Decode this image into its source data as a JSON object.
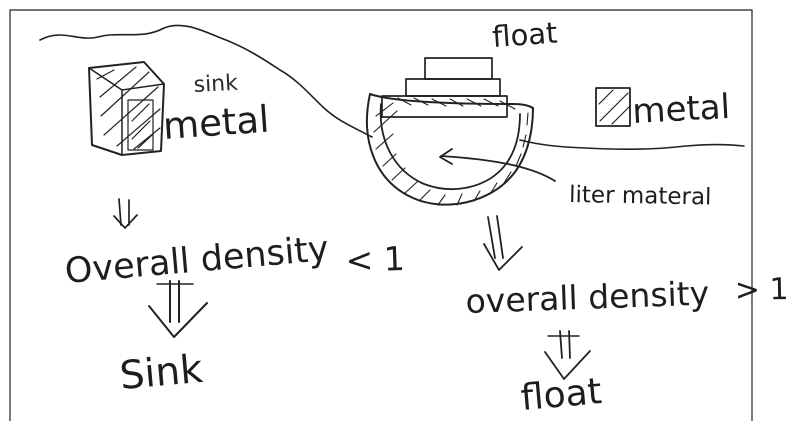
{
  "labels": {
    "top_word": "float",
    "left_top_word": "sink",
    "left_metal": "metal",
    "right_metal": "metal",
    "lighter_material": "liter materal",
    "left_density": "Overall density",
    "left_relation": "< 1",
    "right_density": "overall density",
    "right_relation": "> 1",
    "left_result": "Sink",
    "right_result": "float"
  }
}
